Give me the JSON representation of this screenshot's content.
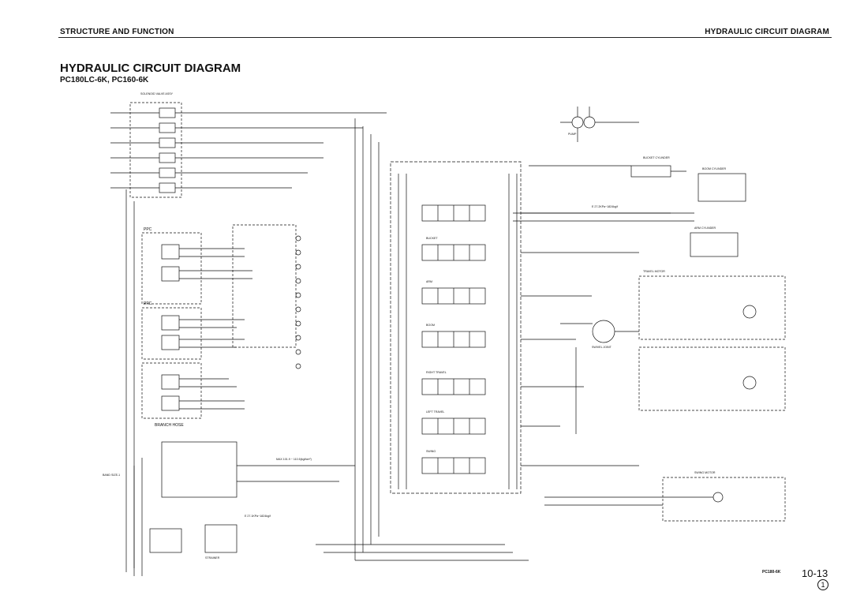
{
  "header": {
    "left": "STRUCTURE AND FUNCTION",
    "right": "HYDRAULIC CIRCUIT DIAGRAM"
  },
  "title": "HYDRAULIC CIRCUIT DIAGRAM",
  "subtitle": "PC180LC-6K, PC160-6K",
  "footer": {
    "model": "PC180-6K",
    "page": "10-13",
    "edition": "1"
  },
  "labels": {
    "solenoid_valve": "SOLENOID VALVE ASSY",
    "ppc": "PPC",
    "ppc_lower": "PPC",
    "branch_hose": "BRANCH HOSE",
    "bucket": "BUCKET",
    "arm": "ARM",
    "boom": "BOOM",
    "right_travel": "RIGHT TRAVEL",
    "left_travel": "LEFT TRAVEL",
    "swing": "SWING",
    "travel_motor": "TRAVEL MOTOR",
    "swing_motor": "SWING MOTOR",
    "bucket_cylinder": "BUCKET CYLINDER",
    "boom_cylinder": "BOOM CYLINDER",
    "arm_cylinder": "ARM CYLINDER",
    "center_swivel": "SWIVEL JOINT",
    "band_size": "BAND SIZE-1",
    "max_line": "MAX 101.9 ~ 110.5(kgf/cm²)",
    "pressure_1": "E 27.1KPa~1824kg/f",
    "pressure_2": "E 27.2KPa~1824kg/f",
    "pump_label": "PUMP",
    "strainer": "STRAINER"
  }
}
